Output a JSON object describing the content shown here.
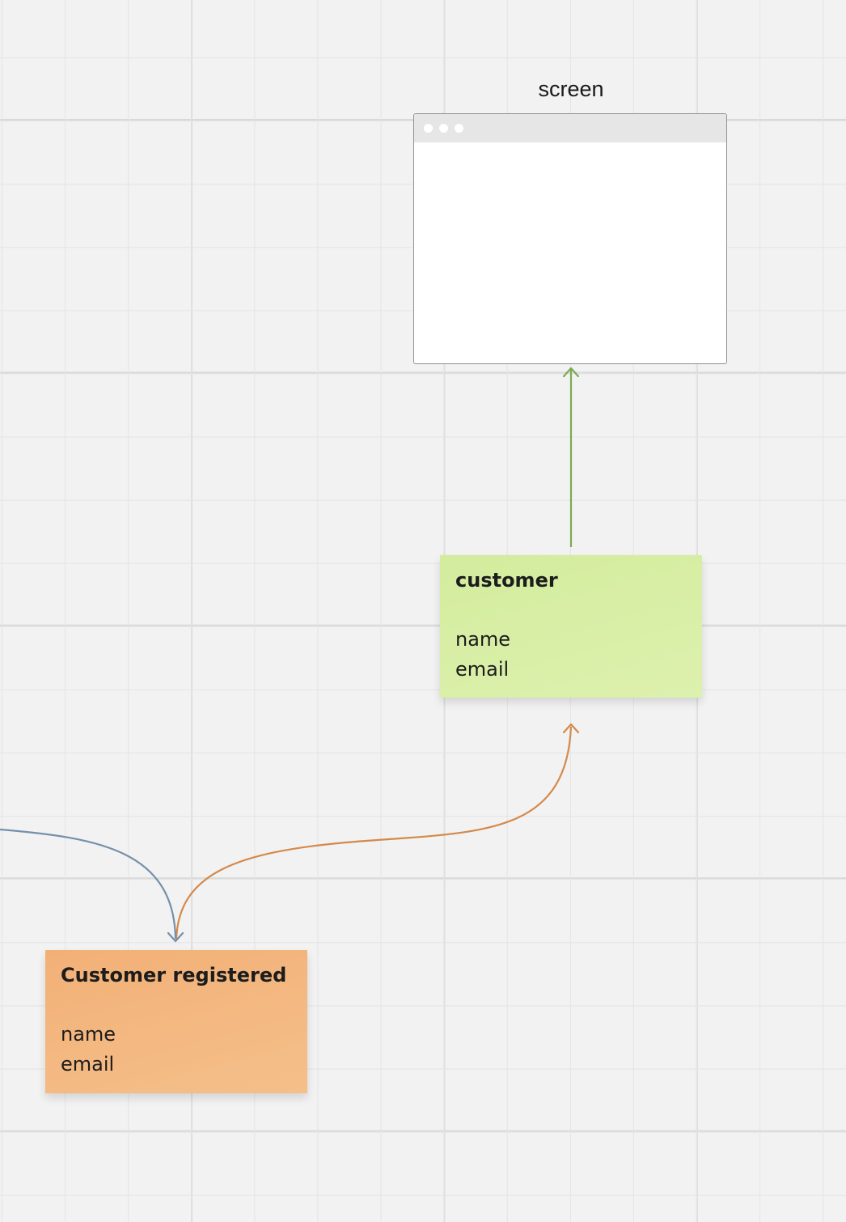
{
  "screen": {
    "label": "screen"
  },
  "cards": {
    "customer": {
      "title": "customer",
      "fields": [
        "name",
        "email"
      ]
    },
    "customer_registered": {
      "title": "Customer registered",
      "fields": [
        "name",
        "email"
      ]
    }
  },
  "colors": {
    "canvas": "#f2f2f2",
    "green_sticky": "#d8efa4",
    "orange_sticky": "#f4b880",
    "green_connector": "#7aab55",
    "orange_connector": "#d4894a",
    "blue_connector": "#7590aa"
  }
}
